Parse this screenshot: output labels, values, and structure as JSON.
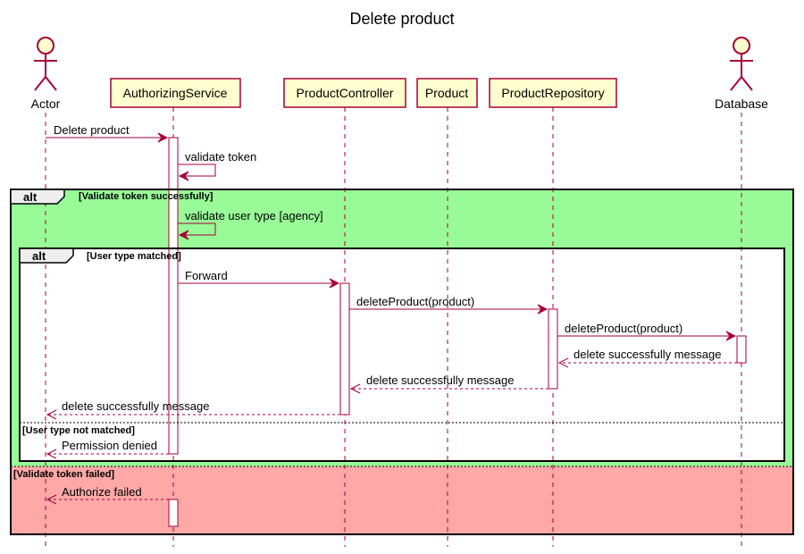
{
  "title": "Delete product",
  "colors": {
    "line": "#a80036",
    "participant_fill": "#fefece",
    "alt_outer_green": "#98fb98",
    "alt_else_red": "#ffa8a8"
  },
  "participants": [
    {
      "id": "actor",
      "label": "Actor",
      "kind": "actor"
    },
    {
      "id": "auth",
      "label": "AuthorizingService",
      "kind": "participant"
    },
    {
      "id": "pc",
      "label": "ProductController",
      "kind": "participant"
    },
    {
      "id": "prod",
      "label": "Product",
      "kind": "participant"
    },
    {
      "id": "repo",
      "label": "ProductRepository",
      "kind": "participant"
    },
    {
      "id": "db",
      "label": "Database",
      "kind": "actor"
    }
  ],
  "messages": [
    {
      "from": "actor",
      "to": "auth",
      "label": "Delete product",
      "style": "solid"
    },
    {
      "from": "auth",
      "to": "auth",
      "label": "validate token",
      "style": "solid"
    },
    {
      "from": "auth",
      "to": "auth",
      "label": "validate user type [agency]",
      "style": "solid"
    },
    {
      "from": "auth",
      "to": "pc",
      "label": "Forward",
      "style": "solid"
    },
    {
      "from": "pc",
      "to": "repo",
      "label": "deleteProduct(product)",
      "style": "solid"
    },
    {
      "from": "repo",
      "to": "db",
      "label": "deleteProduct(product)",
      "style": "solid"
    },
    {
      "from": "db",
      "to": "repo",
      "label": "delete successfully message",
      "style": "dashed"
    },
    {
      "from": "repo",
      "to": "pc",
      "label": "delete successfully message",
      "style": "dashed"
    },
    {
      "from": "pc",
      "to": "actor",
      "label": "delete successfully message",
      "style": "dashed"
    },
    {
      "from": "auth",
      "to": "actor",
      "label": "Permission denied",
      "style": "dashed"
    },
    {
      "from": "auth",
      "to": "actor",
      "label": "Authorize failed",
      "style": "dashed"
    }
  ],
  "fragments": [
    {
      "keyword": "alt",
      "guard": "[Validate token successfully]",
      "else_guard": "[Validate token failed]"
    },
    {
      "keyword": "alt",
      "guard": "[User type matched]",
      "else_guard": "[User type not matched]"
    }
  ]
}
